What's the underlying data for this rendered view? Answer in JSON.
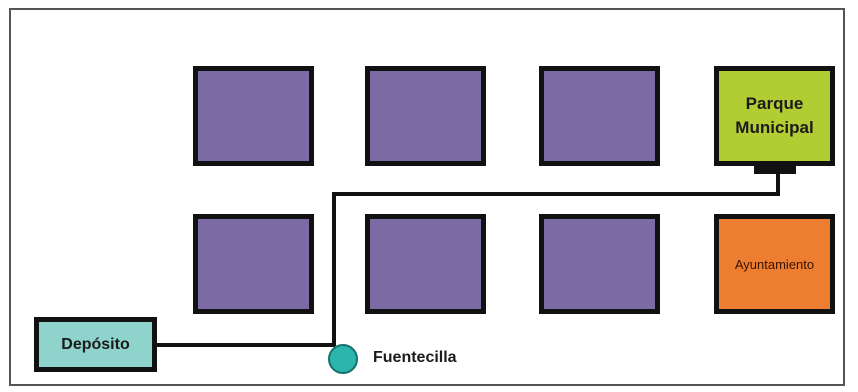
{
  "map": {
    "blocks": {
      "parque": "Parque Municipal",
      "ayuntamiento": "Ayuntamiento"
    },
    "deposito": "Depósito",
    "fuentecilla": "Fuentecilla"
  },
  "colors": {
    "block": "#7b6aa3",
    "parque": "#b2cc34",
    "ayuntamiento": "#ed7d31",
    "deposito": "#8ed3cc",
    "fountain": "#2bb5ad",
    "pipe": "#111111"
  }
}
